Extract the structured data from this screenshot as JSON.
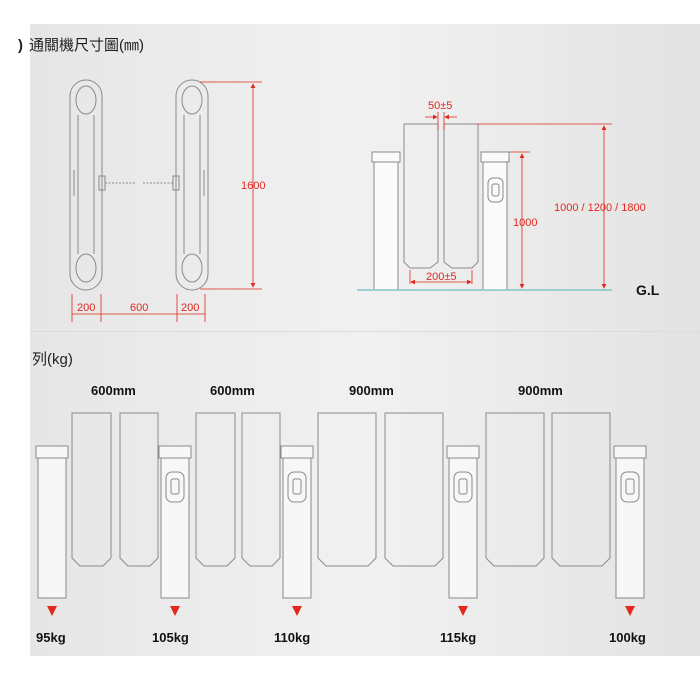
{
  "dimensions_section": {
    "title": "通關機尺寸圖(㎜)",
    "plan_view": {
      "height_label": "1600",
      "left_width": "200",
      "middle_width": "600",
      "right_width": "200"
    },
    "side_view": {
      "gap_top": "50±5",
      "gap_bottom": "200±5",
      "cabinet_height": "1000",
      "flap_heights": "1000 / 1200 / 1800",
      "ground_label": "G.L"
    }
  },
  "weight_section": {
    "title": "列(kg)",
    "lane_widths": [
      "600mm",
      "600mm",
      "900mm",
      "900mm"
    ],
    "cabinet_weights": [
      "95kg",
      "105kg",
      "110kg",
      "115kg",
      "100kg"
    ]
  },
  "colors": {
    "dimension": "#e0281e",
    "ground_line": "#7fc6cc",
    "outline": "#7a7a7a",
    "arrow": "#e0281e"
  }
}
